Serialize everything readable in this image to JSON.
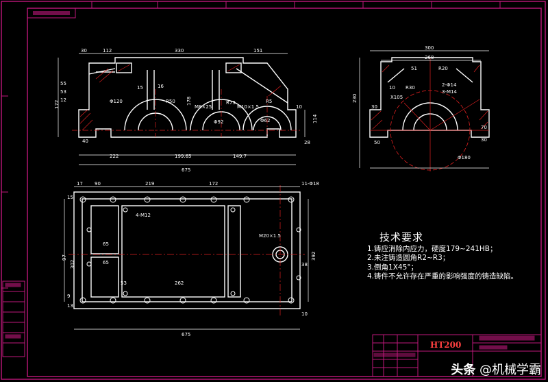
{
  "views": {
    "front": {
      "dims_top": [
        "30",
        "112",
        "330",
        "151"
      ],
      "dims_left": [
        "172",
        "55",
        "53",
        "12"
      ],
      "dims_inner": [
        "15",
        "16",
        "R50",
        "R73",
        "R5",
        "178",
        "Φ120",
        "Φ92",
        "Φ62",
        "M8×25",
        "M10×1.5"
      ],
      "dims_bottom": [
        "40",
        "222",
        "199.65",
        "149.7",
        "675"
      ],
      "dims_right": [
        "10",
        "114",
        "28"
      ]
    },
    "side": {
      "dims_top": [
        "300",
        "268",
        "51",
        "R20"
      ],
      "labels": [
        "10",
        "R30",
        "2-Φ14",
        "3-M14",
        "X105"
      ],
      "dims_left": [
        "230",
        "30",
        "50"
      ],
      "dims_bottom": [
        "Φ180",
        "70",
        "30"
      ]
    },
    "plan": {
      "dims_top": [
        "17",
        "90",
        "219",
        "172",
        "11-Φ18"
      ],
      "labels": [
        "4-M12",
        "65",
        "65",
        "53",
        "262",
        "M20×1.5"
      ],
      "dims_left": [
        "15",
        "97",
        "302",
        "9"
      ],
      "dims_right": [
        "392",
        "38",
        "10"
      ],
      "dims_bottom": [
        "13",
        "675"
      ]
    }
  },
  "tech_requirements": {
    "title": "技术要求",
    "items": [
      "1.铸应消除内应力，硬度179~241HB；",
      "2.未注铸造圆角R2~R3；",
      "3.倒角1X45°；",
      "4.铸件不允许存在严重的影响强度的铸造缺陷。"
    ]
  },
  "title_block": {
    "material": "HT200"
  },
  "watermark": {
    "platform": "头条",
    "handle": "@机械学霸"
  },
  "colors": {
    "background": "#000000",
    "outline": "#ffffff",
    "frame": "#c0187c",
    "centerline": "#e02020",
    "hatch": "#e02020",
    "title_red": "#ff4040"
  }
}
